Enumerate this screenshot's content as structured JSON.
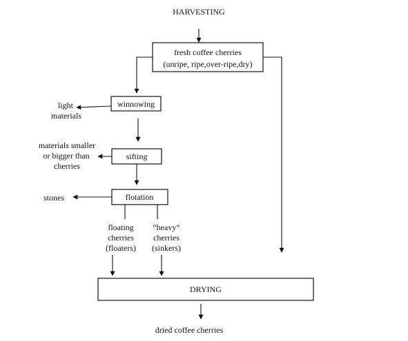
{
  "title": "HARVESTING",
  "nodes": {
    "fresh_line1": "fresh coffee cherries",
    "fresh_line2": "(unripe, ripe,over-ripe,dry)",
    "winnowing": "winnowing",
    "sifting": "sifting",
    "flotation": "flotation",
    "drying": "DRYING",
    "dried": "dried coffee cherries"
  },
  "outputs": {
    "light_1": "light",
    "light_2": "materials",
    "size_1": "materials smaller",
    "size_2": "or bigger than",
    "size_3": "cherries",
    "stones": "stones",
    "floaters_1": "floating",
    "floaters_2": "cherries",
    "floaters_3": "(floaters)",
    "sinkers_1": "“heavy”",
    "sinkers_2": "cherries",
    "sinkers_3": "(sinkers)"
  }
}
